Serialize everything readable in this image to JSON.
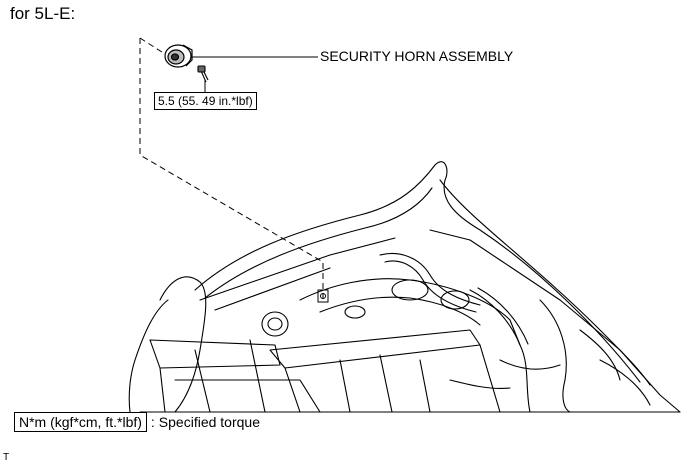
{
  "heading": "for 5L-E:",
  "part": {
    "label": "SECURITY HORN ASSEMBLY",
    "torque": "5.5 (55. 49 in.*lbf)"
  },
  "legend": {
    "unit_box": "N*m (kgf*cm, ft.*lbf)",
    "separator": ":",
    "description": "Specified torque"
  },
  "footer_mark": "T",
  "icons": [
    "horn-icon",
    "bolt-icon",
    "engine-bay-illustration"
  ]
}
